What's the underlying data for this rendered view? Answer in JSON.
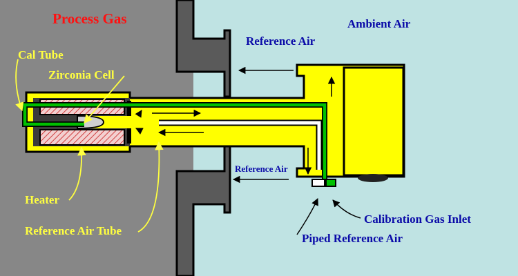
{
  "title": "Process Gas",
  "labels": {
    "cal_tube": "Cal Tube",
    "zirconia_cell": "Zirconia Cell",
    "heater": "Heater",
    "reference_air_tube": "Reference Air Tube",
    "reference_air_top": "Reference Air",
    "ambient_air": "Ambient Air",
    "reference_air_bottom": "Reference Air",
    "calibration_gas_inlet": "Calibration Gas Inlet",
    "piped_reference_air": "Piped Reference Air"
  },
  "colors": {
    "process_gas_region": "#878787",
    "ambient_region": "#bfe3e3",
    "wall": "#5a5a5a",
    "probe_fill": "#ffff00",
    "cal_tube": "#00c000",
    "heater_fill": "#f3d0d0",
    "heater_hatch": "#d04040",
    "title_text": "#ff1010",
    "left_label_text": "#ffff40",
    "right_label_text": "#0a0aa8"
  }
}
